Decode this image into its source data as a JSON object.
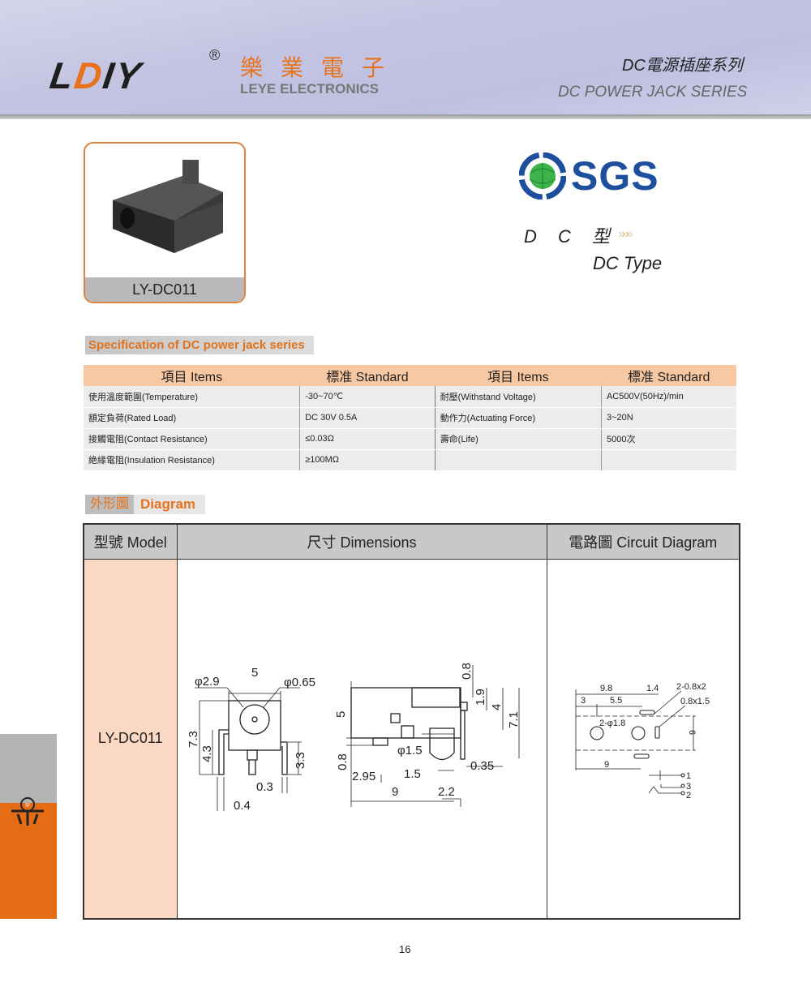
{
  "header": {
    "logo": "LDIY",
    "registered": "®",
    "company_cn": "樂業電子",
    "company_en": "LEYE ELECTRONICS",
    "series_cn": "DC電源插座系列",
    "series_en": "DC POWER JACK SERIES"
  },
  "product": {
    "model": "LY-DC011"
  },
  "certification": {
    "logo": "SGS"
  },
  "type": {
    "cn": "D C 型",
    "arrows": "»»»",
    "en": "DC  Type"
  },
  "spec": {
    "label": "Specification of DC power jack series",
    "headers": [
      "項目 Items",
      "標准 Standard",
      "項目 Items",
      "標准 Standard"
    ],
    "rows": [
      [
        "使用溫度範圍(Temperature)",
        "-30~70℃",
        "耐壓(Withstand Voltage)",
        "AC500V(50Hz)/min"
      ],
      [
        "額定負荷(Rated Load)",
        "DC 30V  0.5A",
        "動作力(Actuating Force)",
        "3~20N"
      ],
      [
        "接觸電阻(Contact Resistance)",
        "≤0.03Ω",
        "壽命(Life)",
        "5000次"
      ],
      [
        "絶緣電阻(Insulation Resistance)",
        "≥100MΩ",
        "",
        ""
      ]
    ]
  },
  "diagram": {
    "label_cn": "外形圖",
    "label_en": "Diagram",
    "headers": [
      "型號 Model",
      "尺寸 Dimensions",
      "電路圖 Circuit Diagram"
    ],
    "model": "LY-DC011",
    "dimension_labels": {
      "d29": "φ2.9",
      "w5": "5",
      "d065": "φ0.65",
      "h73": "7.3",
      "h43": "4.3",
      "h33": "3.3",
      "w03": "0.3",
      "w04": "0.4",
      "s5": "5",
      "s08top": "0.8",
      "s19": "1.9",
      "s4": "4",
      "s71": "7.1",
      "s08": "0.8",
      "d15": "φ1.5",
      "s035": "0.35",
      "s295": "2.95",
      "s15": "1.5",
      "s9": "9",
      "s22": "2.2"
    },
    "circuit_labels": {
      "c98": "9.8",
      "c14": "1.4",
      "c08x2": "2-0.8x2",
      "c3": "3",
      "c55": "5.5",
      "c08x15": "0.8x1.5",
      "c2d18": "2-φ1.8",
      "c6": "6",
      "c9": "9",
      "p1": "1",
      "p2": "2",
      "p3": "3"
    }
  },
  "page_number": "16"
}
